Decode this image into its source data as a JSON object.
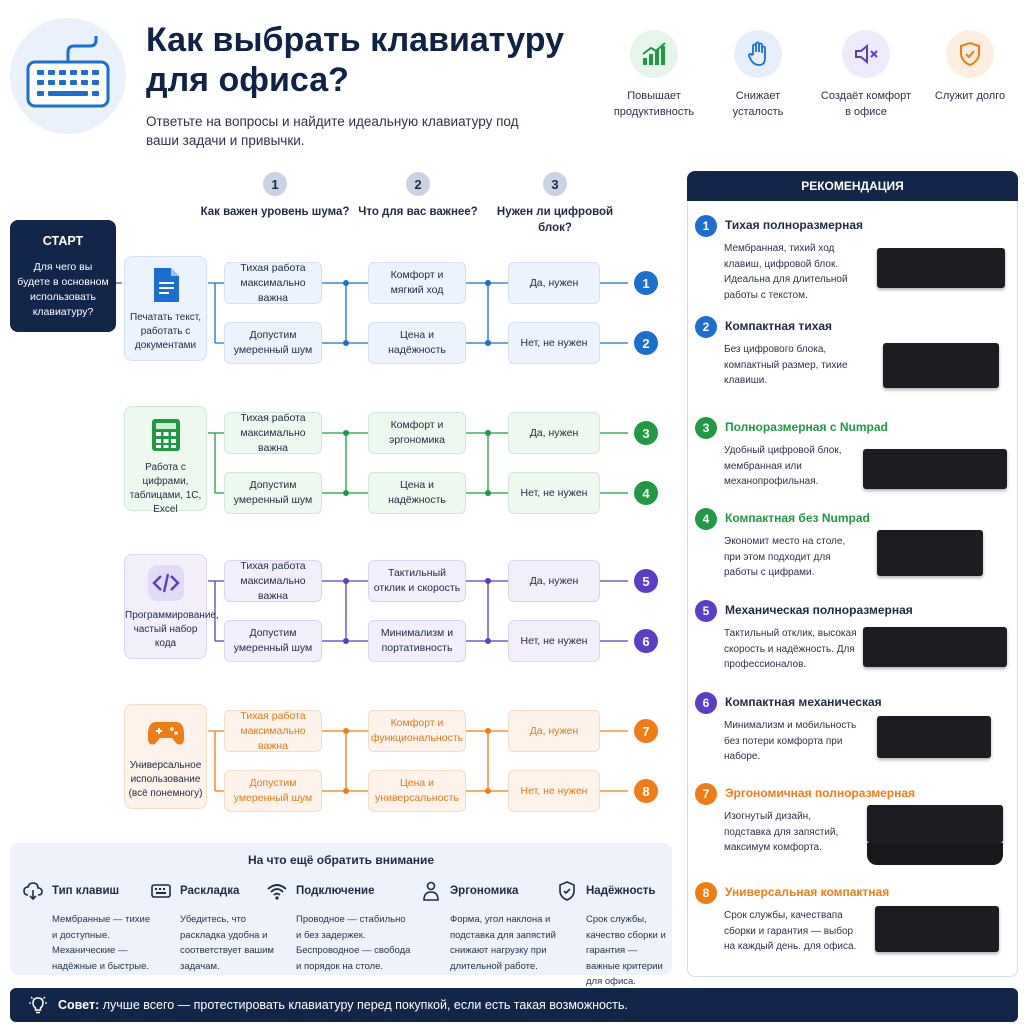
{
  "header": {
    "title": "Как выбрать клавиатуру для офиса?",
    "subtitle": "Ответьте на вопросы и найдите идеальную клавиатуру под ваши задачи и привычки."
  },
  "features": [
    {
      "label": "Повышает продуктивность",
      "icon": "chart-growth-icon"
    },
    {
      "label": "Снижает усталость",
      "icon": "hand-icon"
    },
    {
      "label": "Создаёт комфорт в офисе",
      "icon": "mute-speaker-icon"
    },
    {
      "label": "Служит долго",
      "icon": "shield-check-icon"
    }
  ],
  "questions": [
    {
      "num": "1",
      "text": "Как важен уровень шума?"
    },
    {
      "num": "2",
      "text": "Что для вас важнее?"
    },
    {
      "num": "3",
      "text": "Нужен ли цифровой блок?"
    }
  ],
  "start": {
    "label": "СТАРТ",
    "question": "Для чего вы будете в основном использовать клавиатуру?"
  },
  "groups": [
    {
      "theme": "blue",
      "color": "#1a6fd0",
      "icon": "document-icon",
      "category": "Печатать текст, работать с документами",
      "noise": [
        "Тихая работа максимально важна",
        "Допустим умеренный шум"
      ],
      "priority": [
        "Комфорт и мягкий ход",
        "Цена и надёжность"
      ],
      "numpad": [
        "Да, нужен",
        "Нет, не нужен"
      ],
      "results": [
        "1",
        "2"
      ]
    },
    {
      "theme": "green",
      "color": "#1f9a43",
      "icon": "calculator-icon",
      "category": "Работа с цифрами, таблицами, 1С, Excel",
      "noise": [
        "Тихая работа максимально важна",
        "Допустим умеренный шум"
      ],
      "priority": [
        "Комфорт и эргономика",
        "Цена и надёжность"
      ],
      "numpad": [
        "Да, нужен",
        "Нет, не нужен"
      ],
      "results": [
        "3",
        "4"
      ]
    },
    {
      "theme": "purple",
      "color": "#5b3ec8",
      "icon": "code-icon",
      "category": "Программирование, частый набор кода",
      "noise": [
        "Тихая работа максимально важна",
        "Допустим умеренный шум"
      ],
      "priority": [
        "Тактильный отклик и скорость",
        "Минимализм и портативность"
      ],
      "numpad": [
        "Да, нужен",
        "Нет, не нужен"
      ],
      "results": [
        "5",
        "6"
      ]
    },
    {
      "theme": "orange",
      "color": "#ef7d14",
      "icon": "gamepad-icon",
      "category": "Универсальное использование (всё понемногу)",
      "noise": [
        "Тихая работа максимально важна",
        "Допустим умеренный шум"
      ],
      "priority": [
        "Комфорт и функциональность",
        "Цена и универсальность"
      ],
      "numpad": [
        "Да, нужен",
        "Нет, не нужен"
      ],
      "results": [
        "7",
        "8"
      ]
    }
  ],
  "recommendations": {
    "title": "РЕКОМЕНДАЦИЯ",
    "items": [
      {
        "num": "1",
        "color": "#1a6fd0",
        "title": "Тихая полноразмерная",
        "desc": "Мембранная, тихий ход клавиш, цифровой блок. Идеальна для длительной работы с текстом."
      },
      {
        "num": "2",
        "color": "#1a6fd0",
        "title": "Компактная тихая",
        "desc": "Без цифрового блока, компактный размер, тихие клавиши."
      },
      {
        "num": "3",
        "color": "#1f9a43",
        "title": "Полноразмерная с Numpad",
        "desc": "Удобный цифровой блок, мембранная или механопрофильная."
      },
      {
        "num": "4",
        "color": "#1f9a43",
        "title": "Компактная без Numpad",
        "desc": "Экономит место на столе, при этом подходит для работы с цифрами."
      },
      {
        "num": "5",
        "color": "#5b3ec8",
        "title": "Механическая полноразмерная",
        "desc": "Тактильный отклик, высокая скорость и надёжность. Для профессионалов."
      },
      {
        "num": "6",
        "color": "#5b3ec8",
        "title": "Компактная механическая",
        "desc": "Минимализм и мобильность без потери комфорта при наборе."
      },
      {
        "num": "7",
        "color": "#ef7d14",
        "title": "Эргономичная полноразмерная",
        "desc": "Изогнутый дизайн, подставка для запястий, максимум комфорта."
      },
      {
        "num": "8",
        "color": "#ef7d14",
        "title": "Универсальная компактная",
        "desc": "Срок службы, качествапа сборки и гарантия — выбор на каждый день. для офиса."
      }
    ]
  },
  "attention": {
    "title": "На что ещё обратить внимание",
    "items": [
      {
        "icon": "cloud-keys-icon",
        "title": "Тип клавиш",
        "desc": "Мембранные — тихие и доступные. Механические — надёжные и быстрые."
      },
      {
        "icon": "keyboard-layout-icon",
        "title": "Раскладка",
        "desc": "Убедитесь, что раскладка удобна и соответствует вашим задачам."
      },
      {
        "icon": "wifi-icon",
        "title": "Подключение",
        "desc": "Проводное — стабильно и без задержек. Беспроводное — свобода и порядок на столе."
      },
      {
        "icon": "person-icon",
        "title": "Эргономика",
        "desc": "Форма, угол наклона и подставка для запястий снижают нагрузку при длительной работе."
      },
      {
        "icon": "shield-icon",
        "title": "Надёжность",
        "desc": "Срок службы, качество сборки и гарантия — важные критерии для офиса."
      }
    ]
  },
  "tip": {
    "label": "Совет:",
    "text": " лучше всего — протестировать клавиатуру перед покупкой, если есть такая возможность."
  }
}
